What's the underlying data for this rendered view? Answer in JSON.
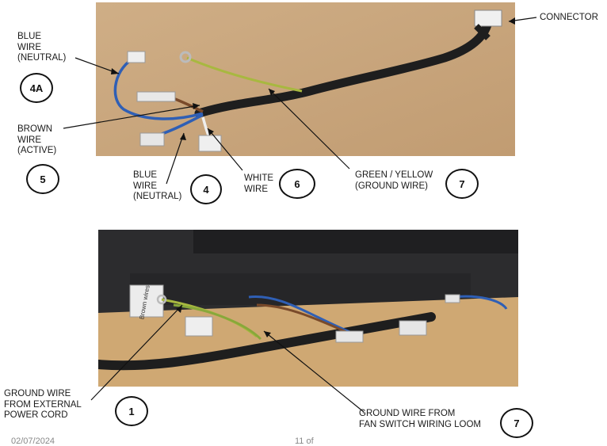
{
  "top_figure": {
    "labels": {
      "connector": "CONNECTOR",
      "blue_neutral_top": "BLUE\nWIRE\n(NEUTRAL)",
      "brown_active": "BROWN\nWIRE\n(ACTIVE)",
      "blue_neutral_bottom": "BLUE\nWIRE\n(NEUTRAL)",
      "white_wire": "WHITE\nWIRE",
      "green_yellow": "GREEN / YELLOW\n(GROUND WIRE)"
    },
    "badges": {
      "b4a": "4A",
      "b5": "5",
      "b4": "4",
      "b6": "6",
      "b7": "7"
    }
  },
  "bottom_figure": {
    "labels": {
      "ground_external": "GROUND WIRE\nFROM EXTERNAL\nPOWER CORD",
      "ground_loom": "GROUND WIRE FROM\nFAN SWITCH WIRING LOOM",
      "sticker": "Brown wires"
    },
    "badges": {
      "b1": "1",
      "b7": "7"
    }
  },
  "footer": {
    "left": "02/07/2024",
    "center": "11 of"
  },
  "colors": {
    "photo_board": "#c9a77f",
    "wire_black": "#1e1e1e",
    "wire_blue": "#2f5fb5",
    "wire_brown": "#7a4a2a",
    "wire_green_yellow": "#a8b840",
    "fan_housing": "#2c2c2e",
    "wood": "#cfa873"
  }
}
